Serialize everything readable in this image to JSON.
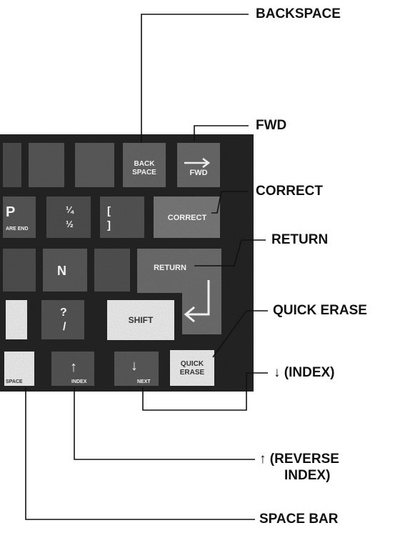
{
  "callouts": {
    "backspace": "BACKSPACE",
    "fwd": "FWD",
    "correct": "CORRECT",
    "return": "RETURN",
    "quick_erase": "QUICK ERASE",
    "index": "↓ (INDEX)",
    "reverse_index_line1": "↑ (REVERSE",
    "reverse_index_line2": "INDEX)",
    "space_bar": "SPACE BAR"
  },
  "keys": {
    "backspace_l1": "BACK",
    "backspace_l2": "SPACE",
    "fwd": "FWD",
    "correct": "CORRECT",
    "return": "RETURN",
    "shift": "SHIFT",
    "quick_l1": "QUICK",
    "quick_l2": "ERASE",
    "p_key": "P",
    "p_sub": "ARE END",
    "frac_top": "¼",
    "frac_bottom": "½",
    "bracket_top": "[",
    "bracket_bottom": "]",
    "n_key": "N",
    "question": "?",
    "slash": "/",
    "space_sub": "SPACE",
    "up_arrow": "↑",
    "up_sub": "INDEX",
    "down_arrow": "↓",
    "down_sub": "NEXT"
  },
  "colors": {
    "panel": "#242424",
    "key_dark": "#5a5a5a",
    "key_light": "#efefef",
    "line": "#111111"
  }
}
